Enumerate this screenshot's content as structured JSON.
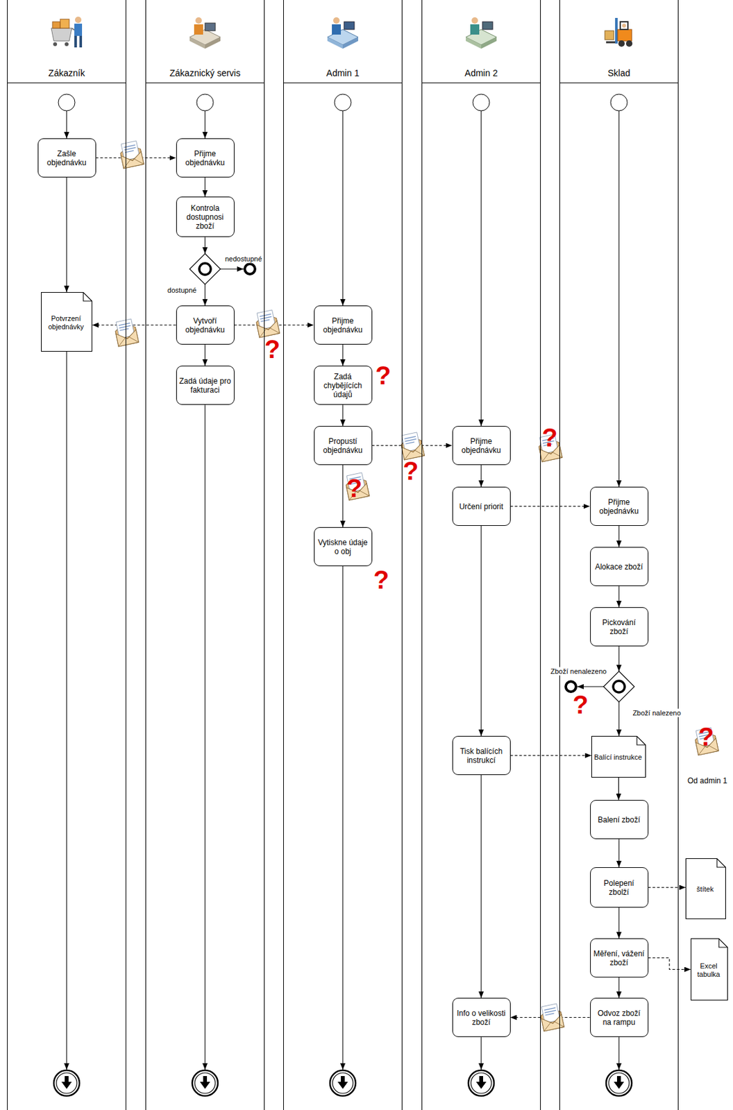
{
  "diagram": {
    "nodes": [
      {
        "text": [
          "Zákazník"
        ]
      },
      {
        "text": [
          "Zašle objednávku"
        ],
        "in": 0
      },
      {
        "text": [
          "Potvrzení objednávky"
        ],
        "in": 0
      },
      {
        "text": [
          "Zákaznický servis"
        ]
      },
      {
        "text": [
          "Přijme objednávku"
        ],
        "in": 3
      },
      {
        "text": [
          "Kontrola dostupnosi zboží"
        ],
        "in": 3
      },
      {
        "text": [
          "Vytvoří objednávku"
        ],
        "in": 3
      },
      {
        "text": [
          "Zadá údaje pro fakturaci"
        ],
        "in": 3
      },
      {
        "text": [
          "Admin 1"
        ]
      },
      {
        "text": [
          "Přijme objednávku"
        ],
        "in": 8
      },
      {
        "text": [
          "Zadá chybějících údajů"
        ],
        "in": 8
      },
      {
        "text": [
          "Propustí objednávku"
        ],
        "in": 8
      },
      {
        "text": [
          "Vytiskne údaje o obj"
        ],
        "in": 8
      },
      {
        "text": [
          "Admin 2"
        ]
      },
      {
        "text": [
          "Přijme objednávku"
        ],
        "in": 13
      },
      {
        "text": [
          "Určení priorit"
        ],
        "in": 13
      },
      {
        "text": [
          "Tisk balících instrukcí"
        ],
        "in": 13
      },
      {
        "text": [
          "Info o velikosti zboží"
        ],
        "in": 13
      },
      {
        "text": [
          "Sklad"
        ]
      },
      {
        "text": [
          "Přijme objednávku"
        ],
        "in": 18
      },
      {
        "text": [
          "Alokace zboží"
        ],
        "in": 18
      },
      {
        "text": [
          "Pickování zboží"
        ],
        "in": 18
      },
      {
        "text": [
          "Balící instrukce"
        ],
        "in": 18
      },
      {
        "text": [
          "Balení zboží"
        ],
        "in": 18
      },
      {
        "text": [
          "Polepení zbolží"
        ],
        "in": 18
      },
      {
        "text": [
          "Měření, vážení zboží"
        ],
        "in": 18
      },
      {
        "text": [
          "Odvoz zboží na rampu"
        ],
        "in": 18
      },
      {
        "text": [
          "štítek"
        ]
      },
      {
        "text": [
          "Excel tabulka"
        ]
      }
    ],
    "edges": [
      {
        "from": 1,
        "to": 2,
        "arrow": "to"
      },
      {
        "from": 1,
        "to": 4,
        "arrow": "to"
      },
      {
        "from": 4,
        "to": 5,
        "arrow": "to"
      },
      {
        "from": 6,
        "to": 2,
        "arrow": "to"
      },
      {
        "from": 6,
        "to": 9,
        "arrow": "to"
      },
      {
        "from": 6,
        "to": 7,
        "arrow": "to"
      },
      {
        "from": 9,
        "to": 10,
        "arrow": "to"
      },
      {
        "from": 10,
        "to": 11,
        "arrow": "to"
      },
      {
        "from": 11,
        "to": 12,
        "arrow": "to"
      },
      {
        "from": 11,
        "to": 14,
        "arrow": "to"
      },
      {
        "from": 14,
        "to": 15,
        "arrow": "to"
      },
      {
        "from": 15,
        "to": 19,
        "arrow": "to"
      },
      {
        "from": 15,
        "to": 16,
        "arrow": "to"
      },
      {
        "from": 16,
        "to": 17,
        "arrow": "to"
      },
      {
        "from": 16,
        "to": 22,
        "arrow": "to"
      },
      {
        "from": 19,
        "to": 20,
        "arrow": "to"
      },
      {
        "from": 20,
        "to": 21,
        "arrow": "to"
      },
      {
        "from": 22,
        "to": 23,
        "arrow": "to"
      },
      {
        "from": 23,
        "to": 24,
        "arrow": "to"
      },
      {
        "from": 24,
        "to": 25,
        "arrow": "to"
      },
      {
        "from": 25,
        "to": 26,
        "arrow": "to"
      },
      {
        "from": 24,
        "to": 27,
        "arrow": "to"
      },
      {
        "from": 25,
        "to": 28,
        "arrow": "to"
      },
      {
        "from": 26,
        "to": 17,
        "arrow": "to"
      }
    ],
    "labels": [
      "nedostupné",
      "dostupné",
      "?",
      "?",
      "?",
      "?",
      "?",
      "?",
      "Zboží nenalezeno",
      "?",
      "Zboží nalezeno",
      "?",
      "Od admin 1"
    ]
  }
}
